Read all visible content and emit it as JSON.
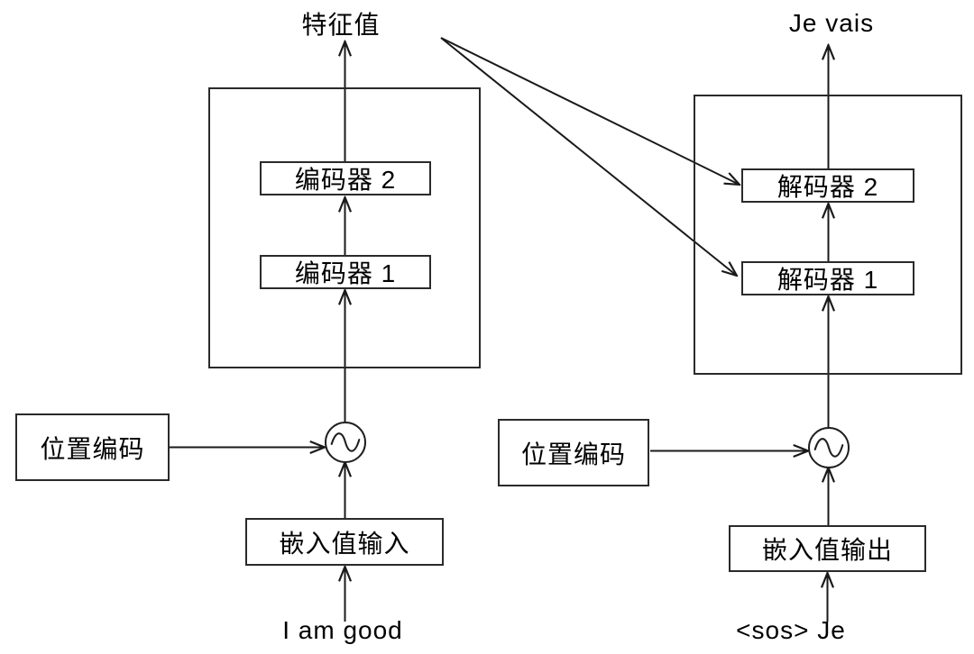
{
  "title": "Transformer encoder-decoder diagram",
  "colors": {
    "line": "#1a1a1a",
    "border": "#2a2a2a",
    "background": "#ffffff",
    "text": "#000000"
  },
  "encoder_stack": {
    "output_label": "特征值",
    "layers": {
      "layer2": "编码器 2",
      "layer1": "编码器 1"
    },
    "positional_encoding_label": "位置编码",
    "embedding_label": "嵌入值输入",
    "input_label": "I am good",
    "add_node_icon": "sine-wave-icon"
  },
  "decoder_stack": {
    "output_label": "Je vais",
    "layers": {
      "layer2": "解码器 2",
      "layer1": "解码器 1"
    },
    "positional_encoding_label": "位置编码",
    "embedding_label": "嵌入值输出",
    "input_label": "<sos> Je",
    "add_node_icon": "sine-wave-icon"
  }
}
